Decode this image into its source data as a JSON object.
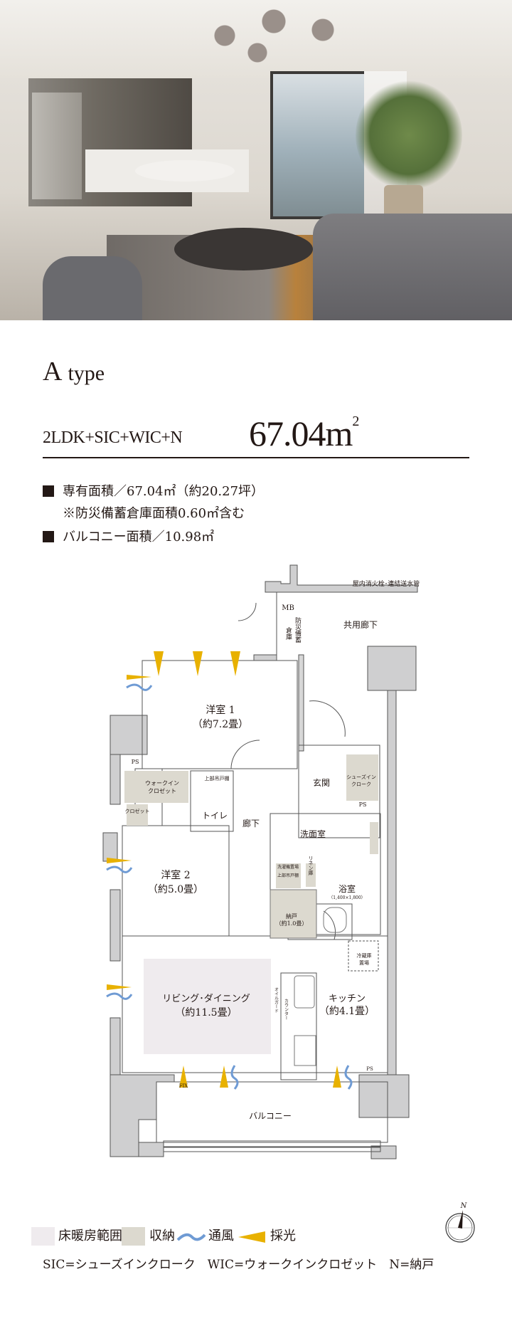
{
  "photo": {
    "alt_icon": "interior-photo"
  },
  "header": {
    "type_letter": "A",
    "type_word": "type"
  },
  "plan": {
    "layout": "2LDK+SIC+WIC+N",
    "area_value": "67.04",
    "area_unit": "m",
    "area_sup": "2"
  },
  "specs": {
    "exclusive_area": "専有面積／67.04㎡（約20.27坪）",
    "exclusive_note": "※防災備蓄倉庫面積0.60㎡含む",
    "balcony_area": "バルコニー面積／10.98㎡"
  },
  "rooms": {
    "hydrant": "屋内消火栓･連結送水管",
    "mb": "MB",
    "storage_v1": "防災備蓄",
    "storage_v2": "倉庫",
    "corridor_common": "共用廊下",
    "western1": "洋室 1",
    "western1_size": "（約7.2畳）",
    "ps1": "PS",
    "wic1": "ウォークイン",
    "wic2": "クロゼット",
    "closet": "クロゼット",
    "upper_cabinet": "上部吊戸棚",
    "toilet": "トイレ",
    "hallway": "廊下",
    "entrance": "玄関",
    "sic1": "シューズイン",
    "sic2": "クローク",
    "ps2": "PS",
    "washroom": "洗面室",
    "western2": "洋室 2",
    "western2_size": "（約5.0畳）",
    "washer": "洗濯機置場",
    "upper_cabinet2": "上部吊戸棚",
    "linen": "リネン庫",
    "bath": "浴室",
    "bath_size": "（1,400×1,800）",
    "closet_n": "納戸",
    "closet_n_size": "（約1.0畳）",
    "fridge1": "冷蔵庫",
    "fridge2": "置場",
    "living": "リビング･ダイニング",
    "living_size": "（約11.5畳）",
    "kitchen": "キッチン",
    "kitchen_size": "（約4.1畳）",
    "oilguard": "オイルガード",
    "counter": "カウンター",
    "fix": "FIX",
    "ps3": "PS",
    "balcony": "バルコニー",
    "compass_n": "N"
  },
  "legend": {
    "floor_heating": "床暖房範囲",
    "storage": "収納",
    "ventilation": "通風",
    "daylight": "採光",
    "abbreviations": "SIC=シューズインクローク　WIC=ウォークインクロゼット　N=納戸"
  },
  "colors": {
    "floor_heating": "#efebee",
    "storage": "#dcd9cf",
    "wall": "#cfcfd0",
    "wind": "#6f9bd4",
    "light": "#e8b100",
    "text": "#231815"
  }
}
